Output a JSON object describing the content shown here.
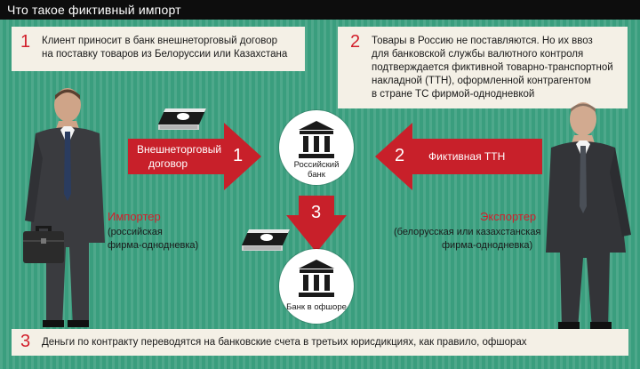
{
  "title": "Что такое фиктивный импорт",
  "colors": {
    "accent_red": "#d21f2b",
    "background_green": "#3a9e7e",
    "box_beige": "#f4f0e6"
  },
  "box1": {
    "number": "1",
    "line1": "Клиент приносит в банк внешнеторговый договор",
    "line2": "на поставку товаров из Белоруссии или Казахстана"
  },
  "box2": {
    "number": "2",
    "line1": "Товары в Россию не поставляются. Но их ввоз",
    "line2": "для банковской службы валютного контроля",
    "line3": "подтверждается фиктивной товарно-транспортной",
    "line4": "накладной (ТТН), оформленной контрагентом",
    "line5": "в стране ТС фирмой-однодневкой"
  },
  "box3": {
    "number": "3",
    "text": "Деньги по контракту переводятся на банковские счета в третьих юрисдикциях, как правило, офшорах"
  },
  "arrow1": {
    "label_line1": "Внешнеторговый",
    "label_line2": "договор",
    "number": "1"
  },
  "arrow2": {
    "label": "Фиктивная ТТН",
    "number": "2"
  },
  "arrow3": {
    "number": "3"
  },
  "bank1": {
    "line1": "Российский",
    "line2": "банк",
    "icon": "bank-building-icon"
  },
  "bank2": {
    "label": "Банк в офшоре",
    "icon": "bank-building-icon"
  },
  "importer": {
    "role": "Импортер",
    "line1": "(российская",
    "line2": "фирма-однодневка)"
  },
  "exporter": {
    "role": "Экспортер",
    "line1": "(белорусская или казахстанская",
    "line2": "фирма-однодневка)"
  },
  "icons": {
    "money": "money-stack-icon",
    "briefcase": "briefcase-icon",
    "person": "businessman-icon"
  }
}
